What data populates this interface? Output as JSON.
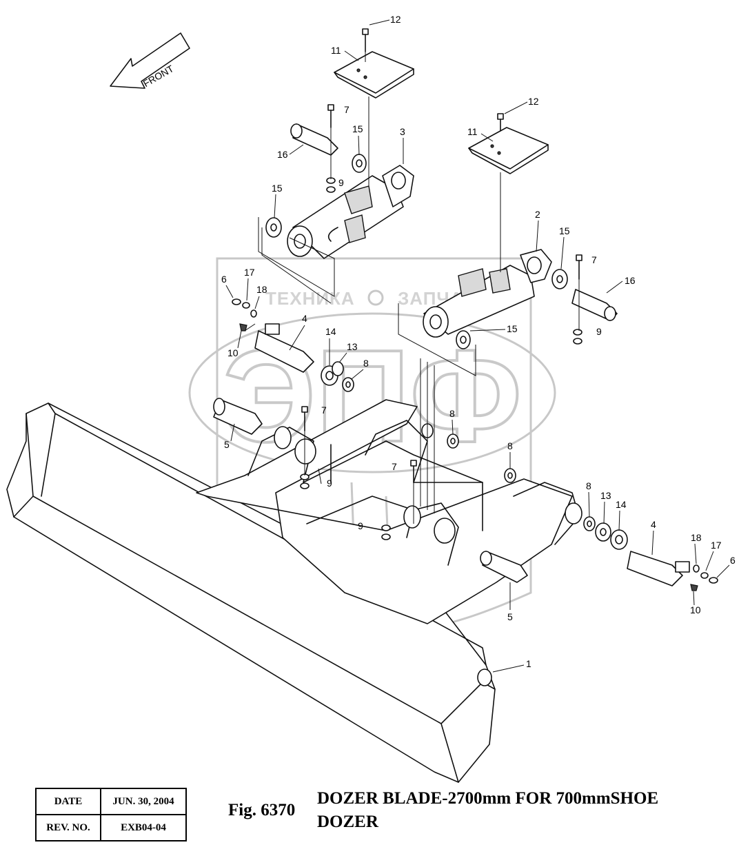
{
  "front_label": "FRONT",
  "watermark": {
    "left_word": "ТЕХНИКА",
    "right_word": "ЗАПЧАСТИ",
    "logo_letters": "ЭПФ"
  },
  "callouts": {
    "c12a": "12",
    "c11a": "11",
    "c7a": "7",
    "c15a": "15",
    "c16a": "16",
    "c3": "3",
    "c9a": "9",
    "c12b": "12",
    "c11b": "11",
    "c15b": "15",
    "c2": "2",
    "c15c": "15",
    "c7b": "7",
    "c16b": "16",
    "c15d": "15",
    "c9b": "9",
    "c6a": "6",
    "c17a": "17",
    "c18a": "18",
    "c4a": "4",
    "c10a": "10",
    "c14a": "14",
    "c13a": "13",
    "c8a": "8",
    "c7c": "7",
    "c5a": "5",
    "c9c": "9",
    "c8b": "8",
    "c8c": "8",
    "c7d": "7",
    "c9d": "9",
    "c8d": "8",
    "c13b": "13",
    "c14b": "14",
    "c4b": "4",
    "c18b": "18",
    "c17b": "17",
    "c6b": "6",
    "c10b": "10",
    "c5b": "5",
    "c1": "1"
  },
  "info_table": {
    "date_label": "DATE",
    "date_value": "JUN. 30, 2004",
    "rev_label": "REV. NO.",
    "rev_value": "EXB04-04"
  },
  "caption": {
    "fig_number": "Fig. 6370",
    "title_line1": "DOZER BLADE-2700mm FOR 700mmSHOE",
    "title_line2": "DOZER"
  }
}
